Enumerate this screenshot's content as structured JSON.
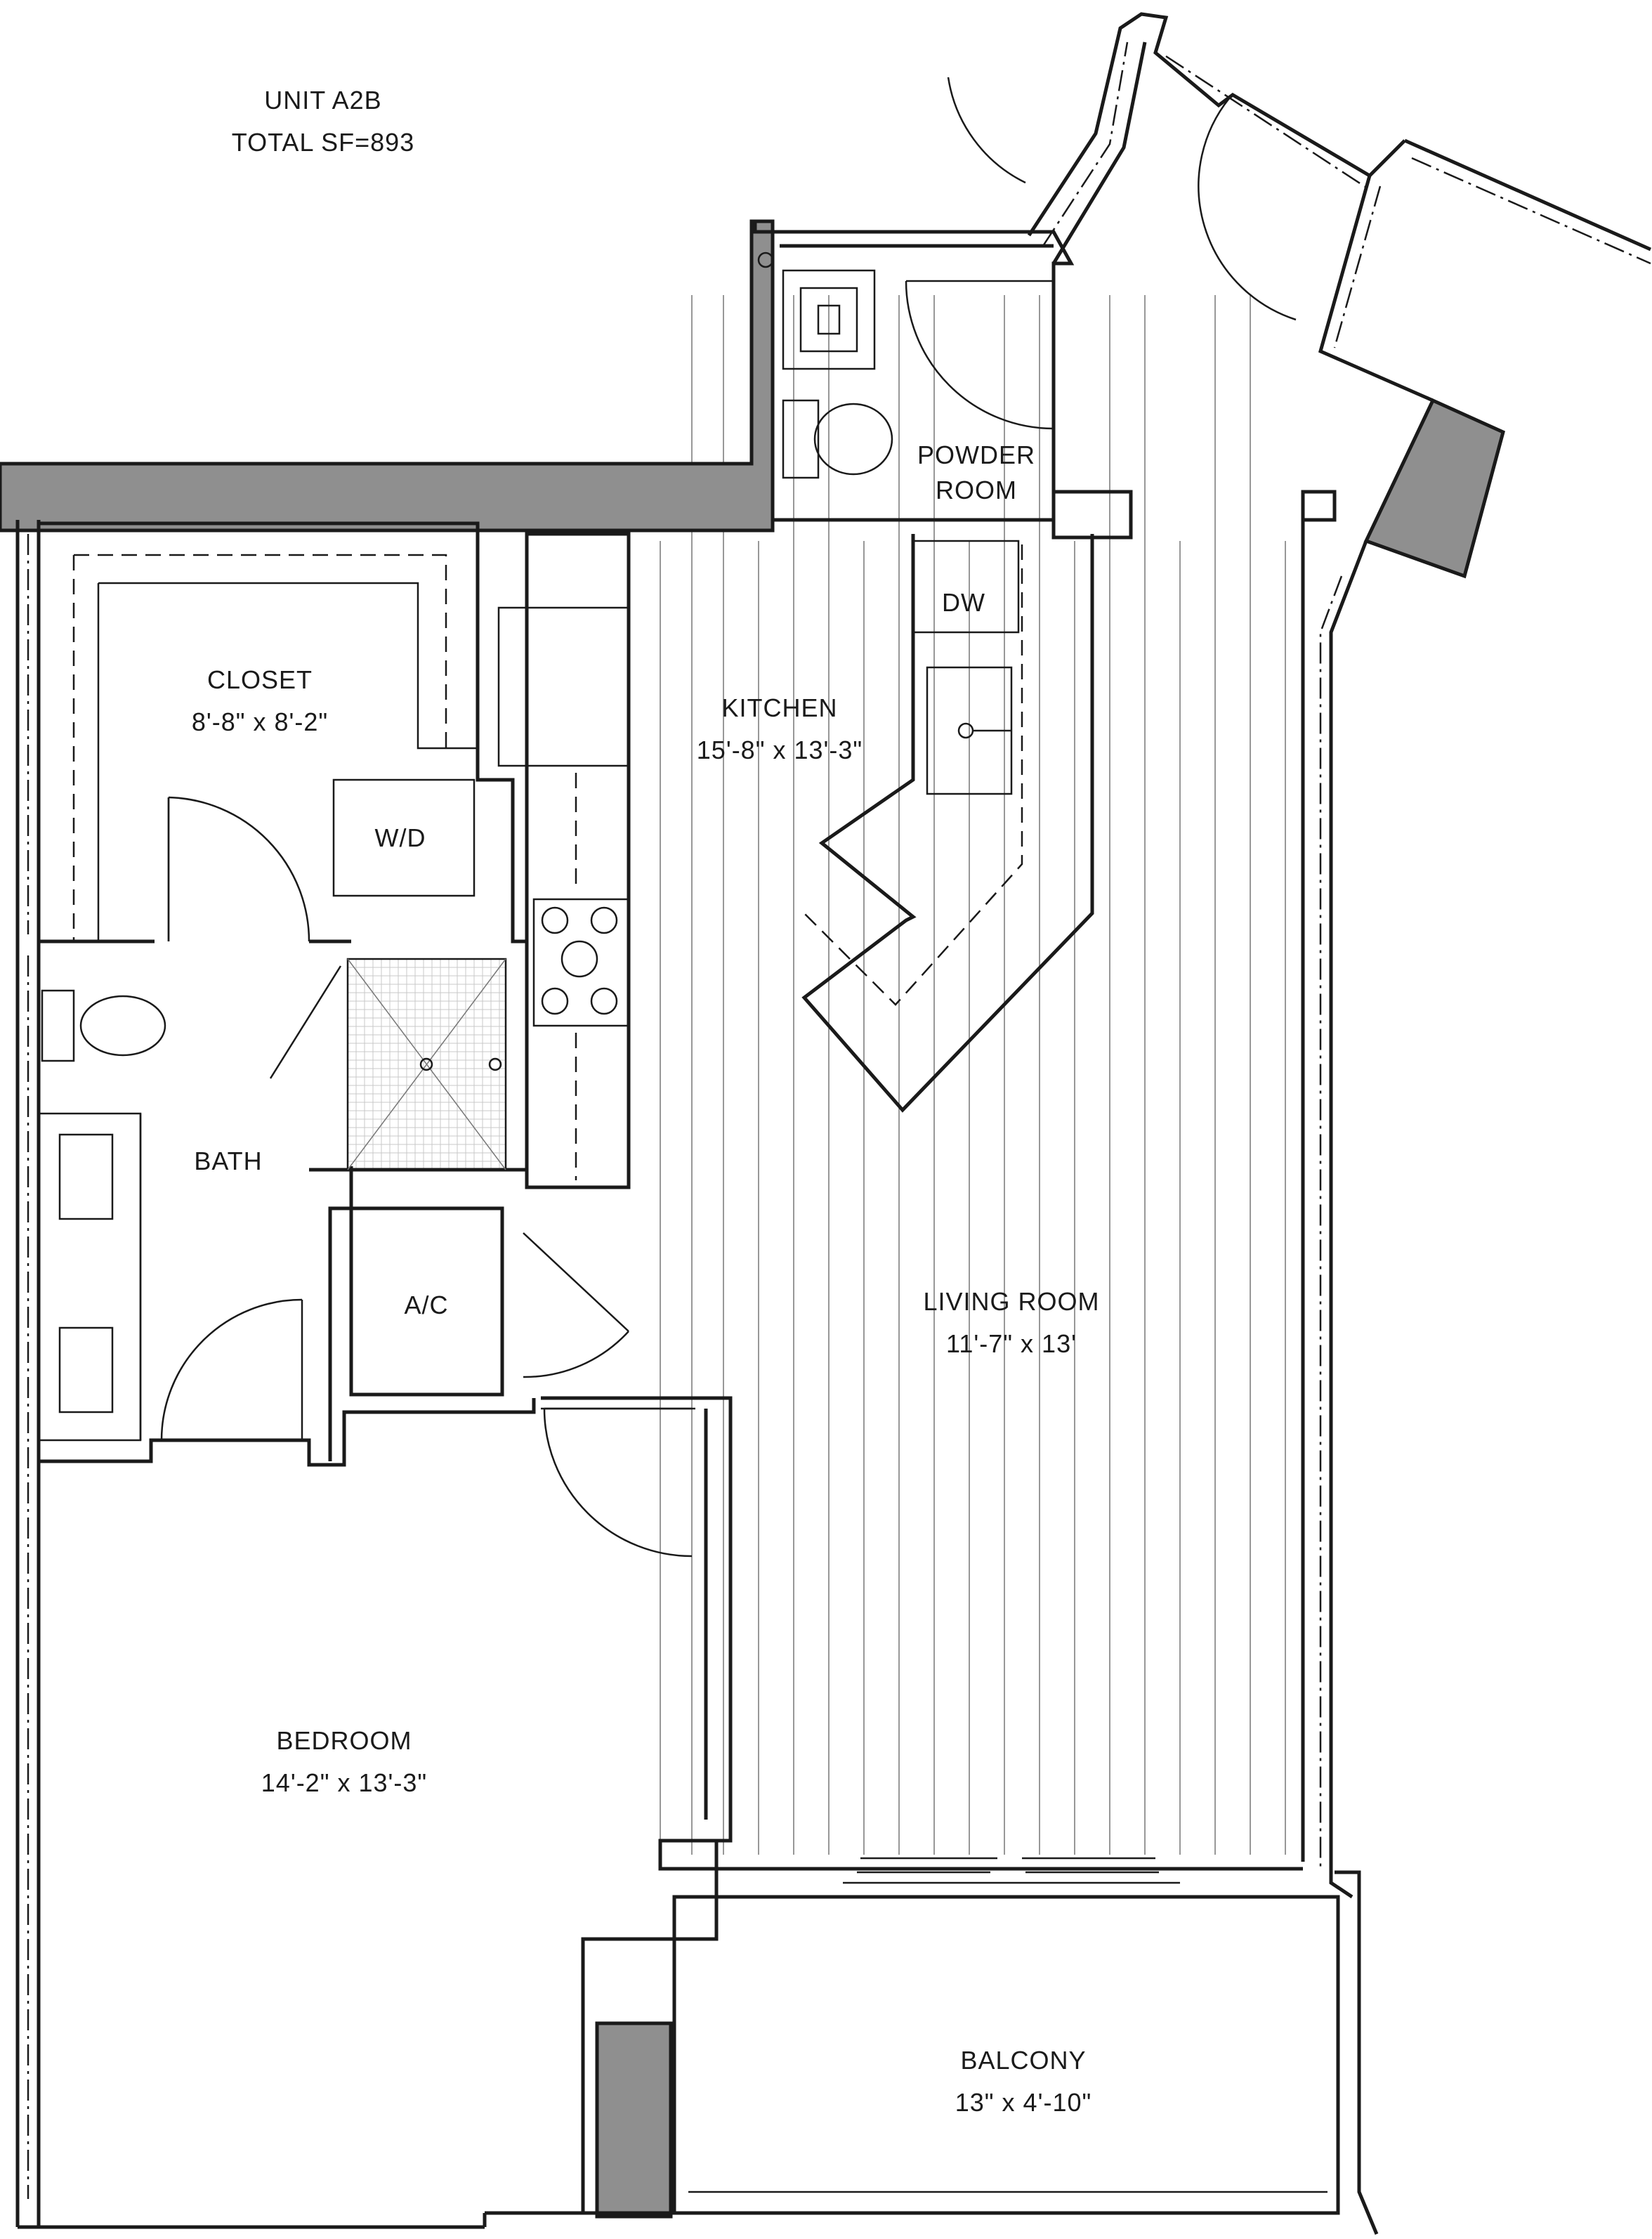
{
  "unit": {
    "name": "UNIT A2B",
    "total_sf": "TOTAL SF=893"
  },
  "rooms": {
    "closet": {
      "name": "CLOSET",
      "dims": "8'-8\" x 8'-2\""
    },
    "kitchen": {
      "name": "KITCHEN",
      "dims": "15'-8\" x 13'-3\""
    },
    "powder_room": {
      "line1": "POWDER",
      "line2": "ROOM"
    },
    "dishwasher": {
      "label": "DW"
    },
    "washer_dryer": {
      "label": "W/D"
    },
    "bath": {
      "name": "BATH"
    },
    "ac": {
      "label": "A/C"
    },
    "living_room": {
      "name": "LIVING ROOM",
      "dims": "11'-7\" x 13'"
    },
    "bedroom": {
      "name": "BEDROOM",
      "dims": "14'-2\" x 13'-3\""
    },
    "balcony": {
      "name": "BALCONY",
      "dims": "13\" x 4'-10\""
    }
  },
  "colors": {
    "wall_fill": "#8f8f8f",
    "line": "#1a1a1a",
    "background": "#ffffff"
  }
}
